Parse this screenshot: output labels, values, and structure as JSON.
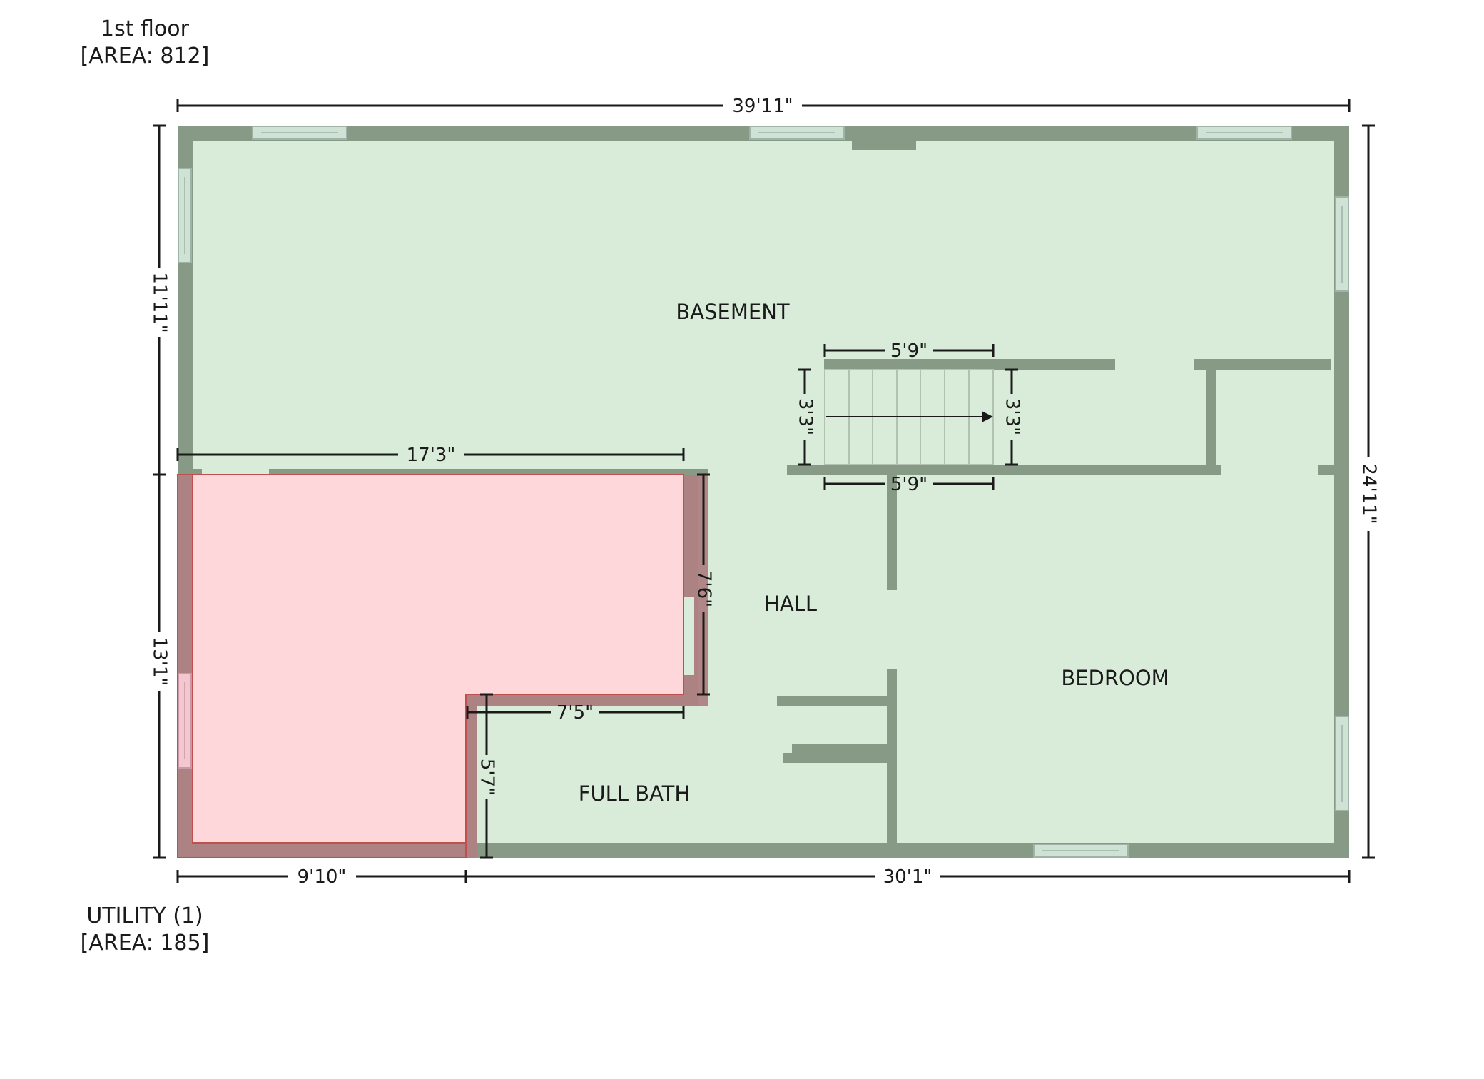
{
  "header": {
    "floor_name": "1st floor",
    "floor_area": "[AREA: 812]"
  },
  "footer": {
    "utility_name": "UTILITY (1)",
    "utility_area": "[AREA: 185]"
  },
  "rooms": {
    "basement": "BASEMENT",
    "hall": "HALL",
    "bedroom": "BEDROOM",
    "full_bath": "FULL BATH"
  },
  "dimensions": {
    "overall_width": "39'11\"",
    "overall_height": "24'11\"",
    "left_upper": "11'11\"",
    "left_lower": "13'1\"",
    "bottom_left": "9'10\"",
    "bottom_right": "30'1\"",
    "utility_width": "17'3\"",
    "utility_inner_height": "7'6\"",
    "utility_notch_width": "7'5\"",
    "utility_notch_height": "5'7\"",
    "stair_top_width": "5'9\"",
    "stair_bottom_width": "5'9\"",
    "stair_left_height": "3'3\"",
    "stair_right_height": "3'3\""
  },
  "colors": {
    "room_fill": "#d9ecd9",
    "wall": "#879a85",
    "utility_fill": "#fdd7d9",
    "utility_wall": "#ae8282",
    "window": "#cfe2d6",
    "dimension_line": "#1a1a1a"
  }
}
